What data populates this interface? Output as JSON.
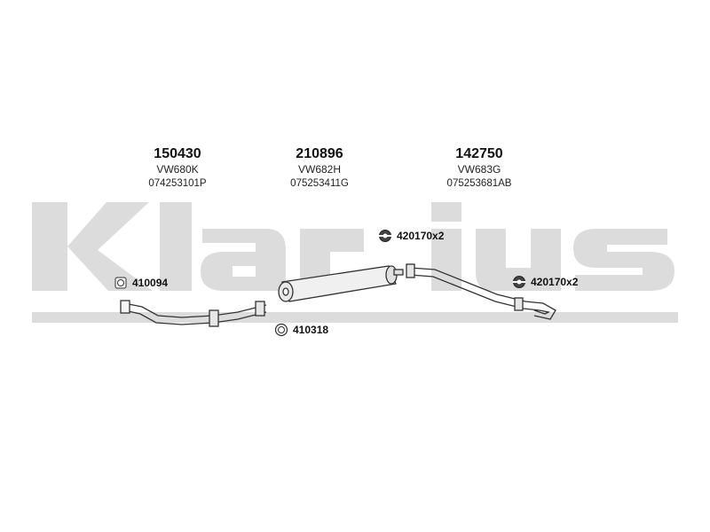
{
  "watermark": {
    "brand_text": "Klarius",
    "color": "#d9d9d9"
  },
  "parts": [
    {
      "part_number": "150430",
      "oem_code": "VW680K",
      "ref_code": "074253101P"
    },
    {
      "part_number": "210896",
      "oem_code": "VW682H",
      "ref_code": "075253411G"
    },
    {
      "part_number": "142750",
      "oem_code": "VW683G",
      "ref_code": "075253681AB"
    }
  ],
  "accessories": [
    {
      "label": "420170x2",
      "icon": "rubber-hanger-icon"
    },
    {
      "label": "410094",
      "icon": "gasket-icon"
    },
    {
      "label": "420170x2",
      "icon": "rubber-hanger-icon"
    },
    {
      "label": "410318",
      "icon": "ring-gasket-icon"
    }
  ]
}
